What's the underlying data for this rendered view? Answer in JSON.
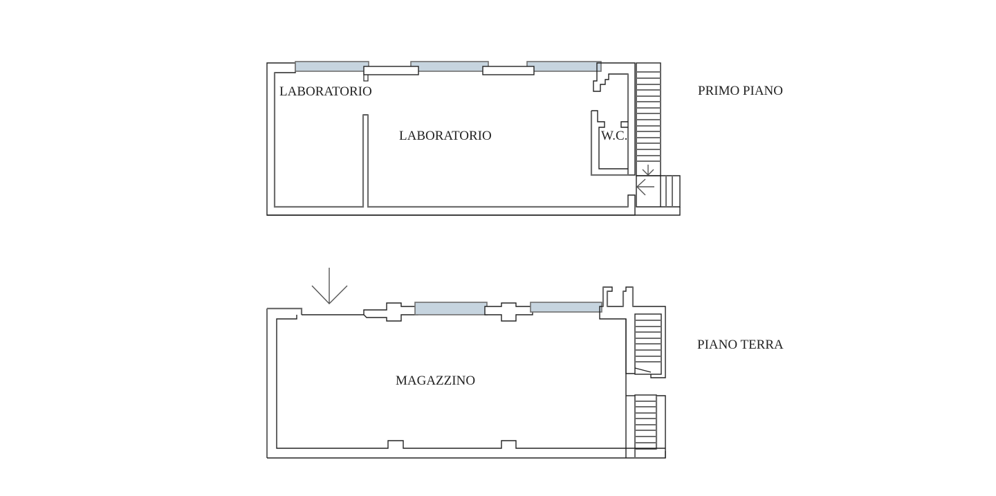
{
  "drawing": {
    "type": "floor-plan",
    "colors": {
      "background": "#ffffff",
      "outer_wall": "#222222",
      "inner_wall": "#6e6e6e",
      "window_fill": "#c6d4df",
      "text": "#222222"
    }
  },
  "floors": [
    {
      "name": "PRIMO PIANO",
      "rooms": [
        {
          "label": "LABORATORIO"
        },
        {
          "label": "LABORATORIO"
        },
        {
          "label": "W.C."
        }
      ],
      "features": [
        "windows-3",
        "staircase",
        "entrance-arrow"
      ]
    },
    {
      "name": "PIANO TERRA",
      "rooms": [
        {
          "label": "MAGAZZINO"
        }
      ],
      "features": [
        "windows-2",
        "staircase-2",
        "entrance-arrow"
      ]
    }
  ]
}
